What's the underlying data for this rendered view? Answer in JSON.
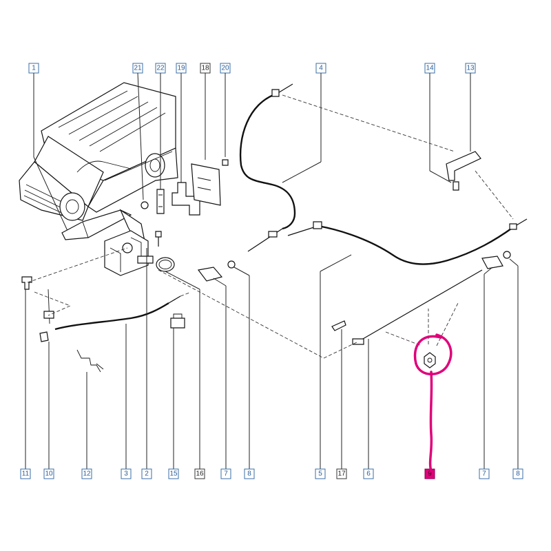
{
  "diagram": {
    "highlight_color": "#e0007a",
    "box_border_blue": "#3a6ea5",
    "box_border_dark": "#333333",
    "top_callouts": [
      {
        "id": "c1",
        "label": "1",
        "style": "blue"
      },
      {
        "id": "c21",
        "label": "21",
        "style": "blue"
      },
      {
        "id": "c22",
        "label": "22",
        "style": "blue"
      },
      {
        "id": "c19",
        "label": "19",
        "style": "blue"
      },
      {
        "id": "c18",
        "label": "18",
        "style": "dark"
      },
      {
        "id": "c20",
        "label": "20",
        "style": "blue"
      },
      {
        "id": "c4",
        "label": "4",
        "style": "blue"
      },
      {
        "id": "c14",
        "label": "14",
        "style": "blue"
      },
      {
        "id": "c13",
        "label": "13",
        "style": "blue"
      }
    ],
    "bottom_callouts": [
      {
        "id": "b11",
        "label": "11",
        "style": "blue"
      },
      {
        "id": "b10",
        "label": "10",
        "style": "blue"
      },
      {
        "id": "b12",
        "label": "12",
        "style": "blue"
      },
      {
        "id": "b3",
        "label": "3",
        "style": "blue"
      },
      {
        "id": "b2",
        "label": "2",
        "style": "blue"
      },
      {
        "id": "b15",
        "label": "15",
        "style": "blue"
      },
      {
        "id": "b16",
        "label": "16",
        "style": "dark"
      },
      {
        "id": "b7a",
        "label": "7",
        "style": "blue"
      },
      {
        "id": "b8a",
        "label": "8",
        "style": "blue"
      },
      {
        "id": "b5",
        "label": "5",
        "style": "blue"
      },
      {
        "id": "b17",
        "label": "17",
        "style": "dark"
      },
      {
        "id": "b6",
        "label": "6",
        "style": "blue"
      },
      {
        "id": "b9",
        "label": "9",
        "style": "highlighted"
      },
      {
        "id": "b7b",
        "label": "7",
        "style": "blue"
      },
      {
        "id": "b8b",
        "label": "8",
        "style": "blue"
      }
    ]
  }
}
